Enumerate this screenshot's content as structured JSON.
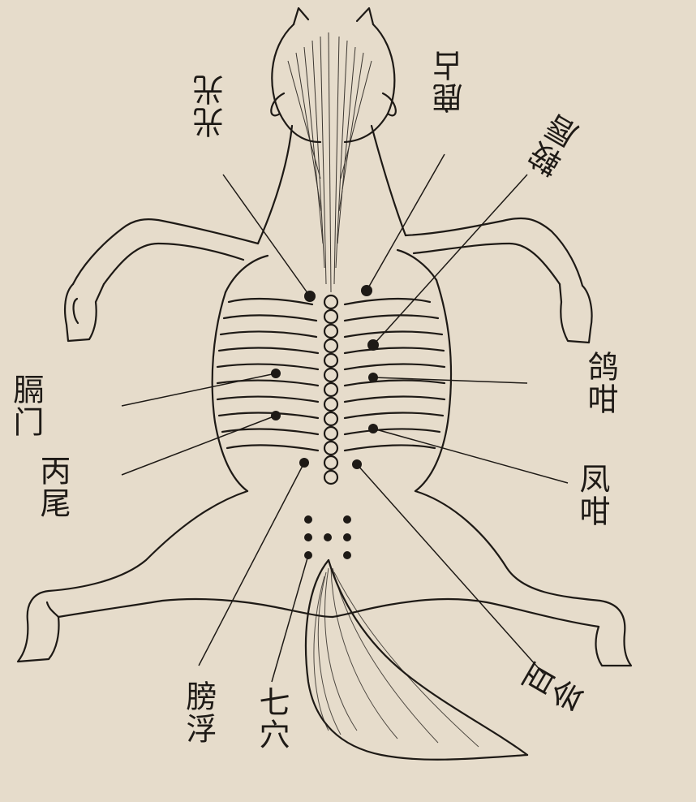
{
  "figure": {
    "background": "#e6dccb",
    "ink": "#1e1a16",
    "subject": "horse-acupoint-woodcut"
  },
  "labels": {
    "top_left": "光光",
    "top_mid": "鹿占",
    "top_right": "鞍唇",
    "right_upper": "鸽咁",
    "right_lower": "凤咁",
    "left_upper": "膈门",
    "left_lower": "丙尾",
    "bottom_left": "膀浮",
    "bottom_mid": "七穴",
    "bottom_right": "百会"
  }
}
